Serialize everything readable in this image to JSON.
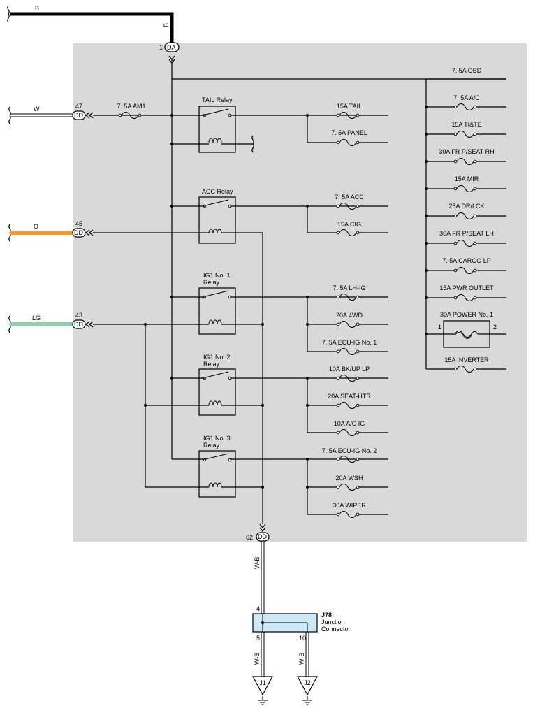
{
  "wires": {
    "top_color": "B",
    "top_color_vertical": "B",
    "w_color": "W",
    "o_color": "O",
    "lg_color": "LG",
    "ground_in": "W-B",
    "ground_j1": "W-B",
    "ground_j2": "W-B"
  },
  "connectors": {
    "da": {
      "code": "DA",
      "pin": "1"
    },
    "dd_w": {
      "code": "DD",
      "pin": "47"
    },
    "dd_o": {
      "code": "DD",
      "pin": "45"
    },
    "dd_lg": {
      "code": "DD",
      "pin": "43"
    },
    "dd_gnd": {
      "code": "DD",
      "pin": "62"
    }
  },
  "fuses": {
    "am1": "7. 5A AM1",
    "tail": "15A TAIL",
    "panel": "7. 5A PANEL",
    "acc": "7. 5A ACC",
    "cig": "15A CIG",
    "lh_ig": "7. 5A LH-IG",
    "fwd": "20A 4WD",
    "ecu_ig1": "7. 5A ECU-IG No. 1",
    "bkup": "10A BK/UP LP",
    "seat_htr": "20A SEAT-HTR",
    "ac_ig": "10A A/C IG",
    "ecu_ig2": "7. 5A ECU-IG No. 2",
    "wsh": "20A WSH",
    "wiper": "30A WIPER",
    "right_column": [
      "7. 5A OBD",
      "7. 5A A/C",
      "15A TI&TE",
      "30A FR P/SEAT RH",
      "15A MIR",
      "25A DR/LCK",
      "30A FR P/SEAT LH",
      "7. 5A CARGO LP",
      "15A PWR OUTLET"
    ],
    "power1": "30A POWER No. 1",
    "power1_pin1": "1",
    "power1_pin2": "2",
    "inverter": "15A INVERTER"
  },
  "relays": {
    "tail": "TAIL Relay",
    "acc": "ACC Relay",
    "ig1_1": "IG1 No. 1",
    "ig1_2": "IG1 No. 2",
    "ig1_3": "IG1 No. 3",
    "relay_word": "Relay"
  },
  "junction": {
    "code": "J78",
    "line1": "Junction",
    "line2": "Connector",
    "pin_in": "4",
    "pin_out1": "5",
    "pin_out2": "10"
  },
  "grounds": {
    "j1": "J1",
    "j2": "J2"
  },
  "colors": {
    "panel_bg": "#d9d9d9",
    "wire_b": "#000000",
    "wire_o": "#f39a33",
    "wire_lg": "#8fcfa6",
    "junction_fill": "#cde8f6"
  }
}
